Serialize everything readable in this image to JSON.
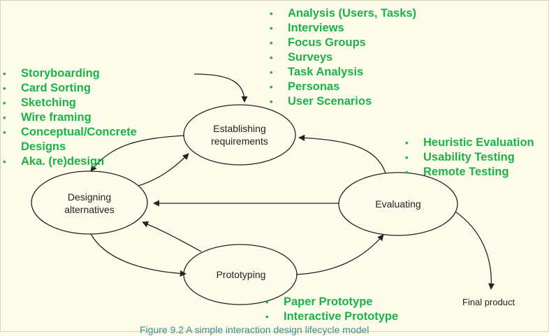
{
  "nodes": {
    "establishing": "Establishing\nrequirements",
    "designing": "Designing\nalternatives",
    "evaluating": "Evaluating",
    "prototyping": "Prototyping",
    "final": "Final product"
  },
  "analysis_list": [
    "Analysis (Users, Tasks)",
    "Interviews",
    "Focus Groups",
    "Surveys",
    "Task Analysis",
    "Personas",
    "User Scenarios"
  ],
  "design_list": [
    "Storyboarding",
    "Card Sorting",
    "Sketching",
    "Wire framing",
    "Conceptual/Concrete Designs",
    "Aka. (re)design"
  ],
  "evaluation_list": [
    "Heuristic Evaluation",
    "Usability Testing",
    "Remote Testing"
  ],
  "prototype_list": [
    "Paper Prototype",
    "Interactive Prototype"
  ],
  "caption": "Figure 9.2 A simple interaction design lifecycle model",
  "colors": {
    "bullet_text": "#19b34a",
    "caption": "#3a8f95",
    "background": "#fdfbe9"
  }
}
